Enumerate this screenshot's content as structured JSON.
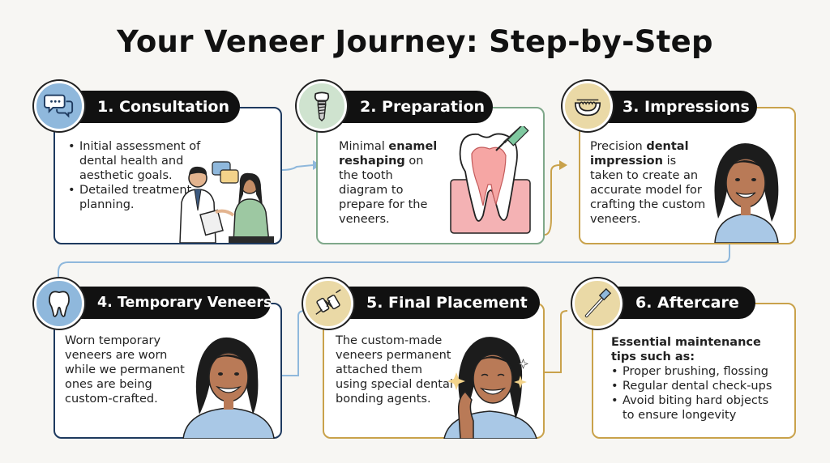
{
  "title": "Your Veneer Journey: Step-by-Step",
  "colors": {
    "blue": "#1e3a5f",
    "blue_light": "#8fb8dc",
    "green": "#7fa88a",
    "green_light": "#cfe3cf",
    "gold": "#c9a24b",
    "gold_light": "#ead9a6"
  },
  "steps": [
    {
      "label": "1. Consultation",
      "icon": "speech-bubbles-icon",
      "bullets": [
        "Initial assessment of dental health and aesthetic goals.",
        "Detailed treatment planning."
      ]
    },
    {
      "label": "2. Preparation",
      "icon": "dental-implant-icon",
      "text_before": "Minimal ",
      "text_bold": "enamel reshaping",
      "text_after": " on the tooth diagram to prepare for the veneers."
    },
    {
      "label": "3. Impressions",
      "icon": "dental-tray-icon",
      "text_before": "Precision ",
      "text_bold": "dental impression",
      "text_after": " is taken to create an accurate model for crafting the custom veneers."
    },
    {
      "label": "4. Temporary Veneers",
      "icon": "tooth-icon",
      "text": "Worn temporary veneers are worn while we permanent ones are being custom-crafted."
    },
    {
      "label": "5. Final Placement",
      "icon": "veneer-bonding-icon",
      "text": "The custom-made veneers permanent attached them using special dental bonding agents."
    },
    {
      "label": "6. Aftercare",
      "icon": "toothbrush-icon",
      "heading": "Essential maintenance tips such as:",
      "bullets": [
        "Proper brushing, flossing",
        "Regular dental check-ups",
        "Avoid biting hard objects to ensure longevity"
      ]
    }
  ]
}
